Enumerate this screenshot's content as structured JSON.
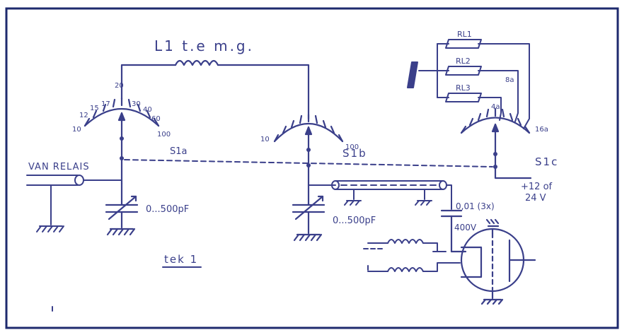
{
  "labels": {
    "inductor": "L1 t.e m.g.",
    "dial1_ticks": [
      "10",
      "12",
      "15",
      "17",
      "20",
      "30",
      "40",
      "60",
      "100"
    ],
    "dial2_left": "10",
    "dial2_right": "100",
    "s1a": "S1a",
    "s1b": "S1b",
    "s1c": "S1c",
    "relay": "VAN RELAIS",
    "cap1": "0...500pF",
    "cap2": "0...500pF",
    "cap3_top": "0,01 (3x)",
    "cap3_bottom": "400V",
    "supply_top": "+12 of",
    "supply_bottom": "24 V",
    "r1": "RL1",
    "r2": "RL2",
    "r3": "RL3",
    "tap1": "8a",
    "tap2": "4a",
    "tap3": "16a",
    "caption": "tek 1"
  },
  "colors": {
    "ink": "#3a3f8a",
    "frame": "#1e2a6e",
    "paper": "#ffffff"
  }
}
